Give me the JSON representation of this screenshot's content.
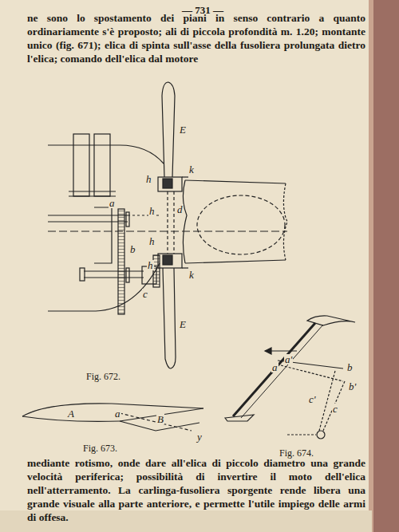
{
  "diagram": {
    "labels": [
      "— 731 —",
      "ne sono lo spostamento dei piani in senso contrario a quanto ordinariamente s'è proposto; ali di piccola profondità m. 1.20; montante unico (fig. 671); elica di spinta sull'asse della fusoliera prolungata dietro l'elica; comando dell'elica dal motore",
      "E",
      "h",
      "k",
      "d",
      "a",
      "h",
      "h",
      "b",
      "c",
      "h",
      "k",
      "E",
      "Fig. 672.",
      "A",
      "a",
      "B",
      "y",
      "Fig. 673.",
      "a'",
      "a",
      "b",
      "b'",
      "c'",
      "c",
      "Fig. 674.",
      "mediante rotismo, onde dare all'elica di piccolo diametro una grande velocità periferica; possibilità di invertire il moto dell'elica nell'atterramento. La carlinga-fusoliera sporgente rende libera una grande visuale alla parte anteriore, e permette l'utile impiego delle armi di offesa."
    ]
  }
}
